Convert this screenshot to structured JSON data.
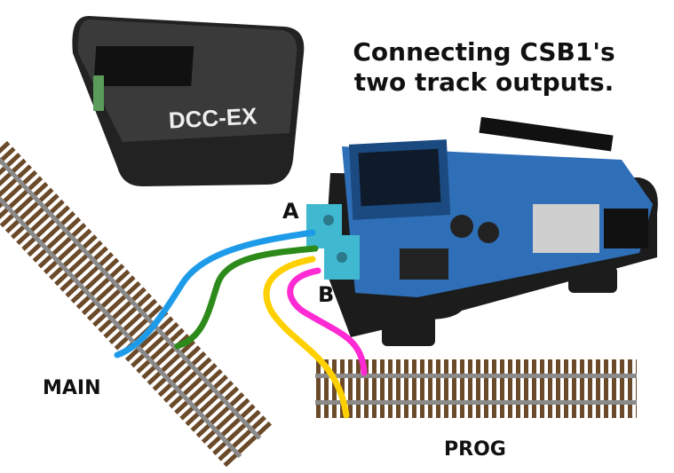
{
  "title_line1": "Connecting CSB1's",
  "title_line2": "two track outputs.",
  "labels": {
    "a": "A",
    "b": "B",
    "main": "MAIN",
    "prog": "PROG"
  },
  "device_logo": "DCC-EX",
  "colors": {
    "wire_main_a": "#1e9be8",
    "wire_main_b": "#2c8a1a",
    "wire_prog_a": "#ffd000",
    "wire_prog_b": "#ff2ad4",
    "rail": "#8a8a8a",
    "tie": "#6b4a2a",
    "pcb": "#2f6fb8",
    "base": "#1c1c1c",
    "terminal": "#3fb8d0"
  }
}
